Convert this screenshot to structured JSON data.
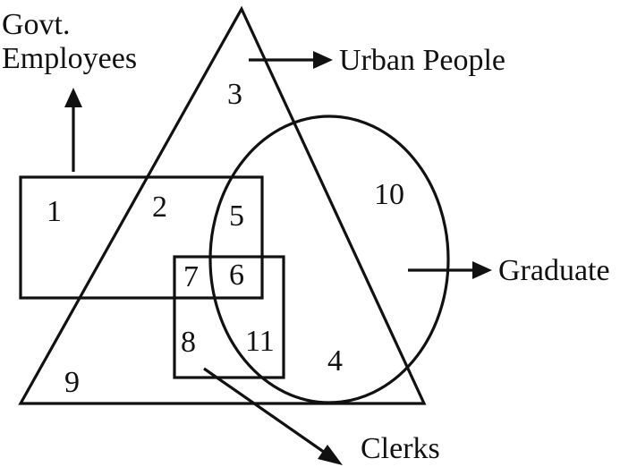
{
  "labels": {
    "govt_line1": "Govt.",
    "govt_line2": "Employees",
    "urban": "Urban People",
    "graduate": "Graduate",
    "clerks": "Clerks"
  },
  "regions": {
    "r1": "1",
    "r2": "2",
    "r3": "3",
    "r4": "4",
    "r5": "5",
    "r6": "6",
    "r7": "7",
    "r8": "8",
    "r9": "9",
    "r10": "10",
    "r11": "11"
  },
  "colors": {
    "stroke": "#111111",
    "background": "#ffffff"
  }
}
